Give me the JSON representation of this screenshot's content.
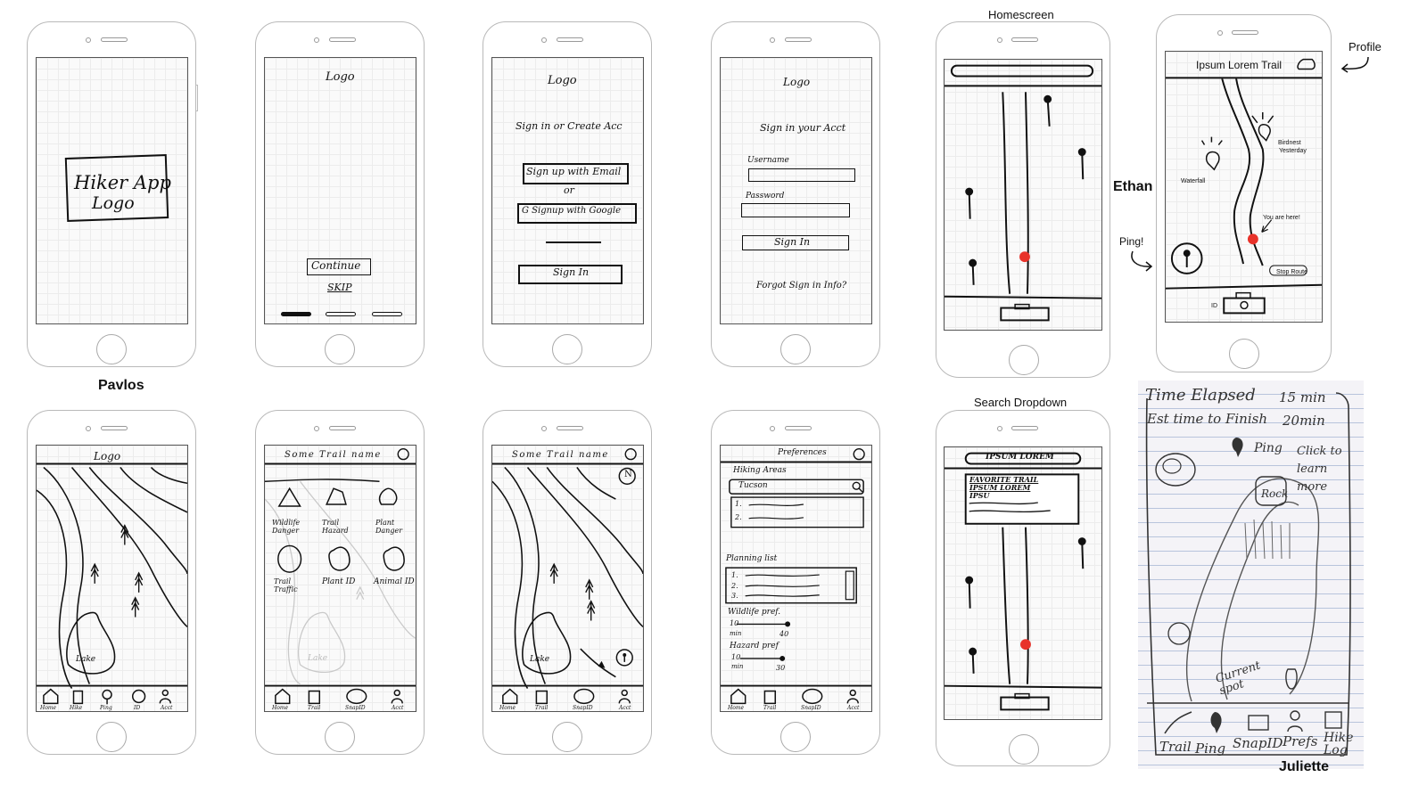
{
  "labels": {
    "pavlos": "Pavlos",
    "ethan": "Ethan",
    "juliette": "Juliette",
    "homescreen": "Homescreen",
    "search_dropdown": "Search Dropdown",
    "profile": "Profile",
    "ping": "Ping!"
  },
  "p1": {
    "logo_line1": "Hiker App",
    "logo_line2": "Logo"
  },
  "p2": {
    "logo": "Logo",
    "continue": "Continue",
    "skip": "SKIP"
  },
  "p3": {
    "logo": "Logo",
    "heading": "Sign in or Create Acc",
    "signup_email": "Sign up with Email",
    "or": "or",
    "signup_google": "G  Signup with Google",
    "signin": "Sign In"
  },
  "p4": {
    "logo": "Logo",
    "heading": "Sign in your Acct",
    "username": "Username",
    "password": "Password",
    "signin": "Sign In",
    "forgot": "Forgot Sign in Info?"
  },
  "p7": {
    "logo": "Logo",
    "lake": "Lake",
    "nav": [
      "Home",
      "Hike",
      "Ping",
      "ID",
      "Acct"
    ]
  },
  "p8": {
    "title": "Some Trail name",
    "grid": [
      "Wildlife Danger",
      "Trail Hazard",
      "Plant Danger",
      "Trail Traffic",
      "Plant ID",
      "Animal ID"
    ],
    "lake": "Lake",
    "nav": [
      "Home",
      "Trail",
      "SnapID",
      "Acct"
    ]
  },
  "p9": {
    "title": "Some Trail name",
    "compass": "N",
    "lake": "Lake",
    "nav": [
      "Home",
      "Trail",
      "SnapID",
      "Acct"
    ]
  },
  "p10": {
    "title": "Preferences",
    "hiking_areas": "Hiking Areas",
    "search_value": "Tucson",
    "list_nums": [
      "1.",
      "2."
    ],
    "planning": "Planning list",
    "plan_nums": [
      "1.",
      "2.",
      "3."
    ],
    "wildlife": "Wildlife pref.",
    "wl_min": "10",
    "wl_min_lbl": "min",
    "wl_max": "40",
    "hazard": "Hazard pref",
    "hz_min": "10",
    "hz_min_lbl": "min",
    "hz_max": "30",
    "nav": [
      "Home",
      "Trail",
      "SnapID",
      "Acct"
    ]
  },
  "ethan_profile": {
    "trail_title": "Ipsum Lorem Trail",
    "birdnest": "Birdnest",
    "yesterday": "Yesterday",
    "waterfall": "Waterfall",
    "you_are_here": "You are here!",
    "stop_route": "Stop Route",
    "id": "ID"
  },
  "search": {
    "bar": "IPSUM LOREM",
    "item1": "FAVORITE TRAIL",
    "item2": "IPSUM LOREM",
    "item3": "IPSU"
  },
  "juliette": {
    "time_elapsed": "Time Elapsed",
    "time_value": "15 min",
    "est_finish": "Est time to Finish",
    "est_value": "20min",
    "ping": "Ping",
    "click": "Click to learn more",
    "rock": "Rock",
    "current_spot": "Current spot",
    "nav": [
      "Trail",
      "Ping",
      "SnapID",
      "Prefs",
      "Hike Log"
    ]
  }
}
